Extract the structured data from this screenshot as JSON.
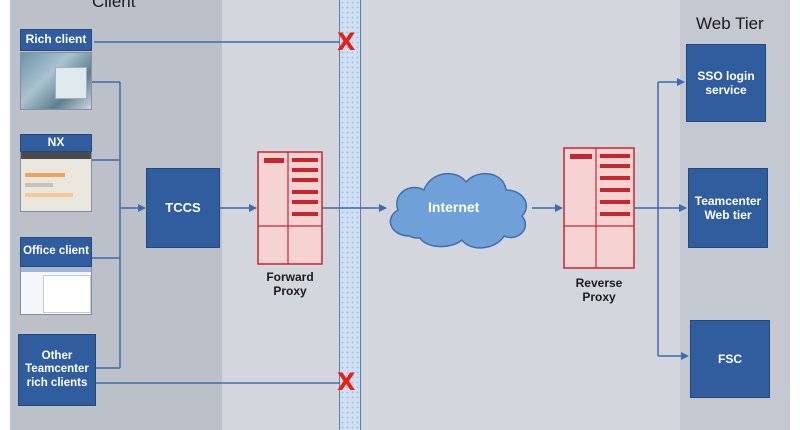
{
  "panels": {
    "client_title": "Client",
    "webtier_title": "Web Tier"
  },
  "clients": {
    "rich": "Rich client",
    "nx": "NX",
    "office": "Office client",
    "other": "Other Teamcenter rich clients"
  },
  "center": {
    "tccs": "TCCS",
    "forward_proxy": "Forward Proxy",
    "internet": "Internet",
    "reverse_proxy": "Reverse Proxy"
  },
  "webtier": {
    "sso": "SSO login service",
    "teamcenter_web": "Teamcenter Web tier",
    "fsc": "FSC"
  },
  "marks": {
    "blocked": "X"
  },
  "colors": {
    "box_blue": "#2f5d9e",
    "line_blue": "#3b6bb0",
    "server_red": "#c8262d",
    "x_red": "#e8201a"
  }
}
